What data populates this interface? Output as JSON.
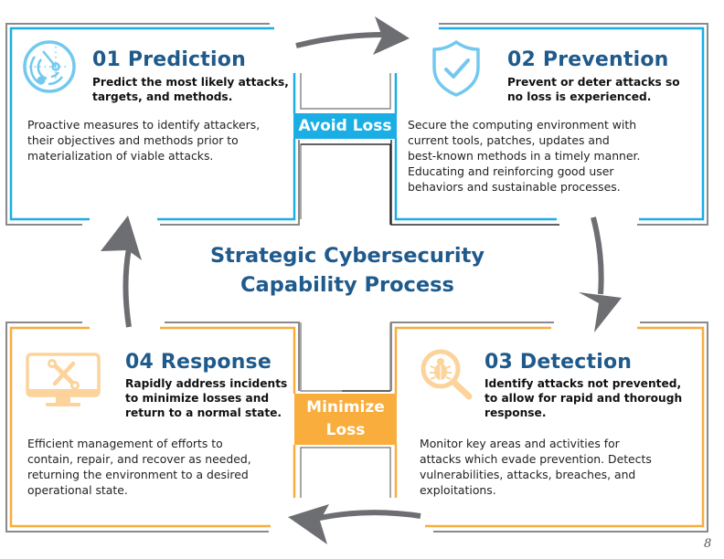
{
  "diagram": {
    "title_line1": "Strategic Cybersecurity",
    "title_line2": "Capability Process",
    "colors": {
      "blue_accent": "#1aaee5",
      "orange_accent": "#f8ad3c",
      "title_blue": "#1f5a8c",
      "arrow_gray": "#6d6e71",
      "border_gray": "#8a8a8a",
      "icon_blue": "#72c8ef",
      "icon_orange": "#fcd39b"
    },
    "connectors": {
      "top_label": "Avoid Loss",
      "bottom_label_line1": "Minimize",
      "bottom_label_line2": "Loss"
    },
    "stages": [
      {
        "number": "01",
        "title": "01 Prediction",
        "icon": "radar-icon",
        "subtitle_line1": "Predict the most likely attacks,",
        "subtitle_line2": "targets, and methods.",
        "body_line1": "Proactive measures to identify attackers,",
        "body_line2": "their objectives and methods prior to",
        "body_line3": "materialization of viable attacks."
      },
      {
        "number": "02",
        "title": "02 Prevention",
        "icon": "shield-check-icon",
        "subtitle_line1": "Prevent or deter attacks so",
        "subtitle_line2": "no loss is experienced.",
        "body_line1": "Secure the computing environment with",
        "body_line2": "current tools, patches, updates and",
        "body_line3": "best-known methods in a timely manner.",
        "body_line4": "Educating and reinforcing good user",
        "body_line5": "behaviors and sustainable processes."
      },
      {
        "number": "03",
        "title": "03 Detection",
        "icon": "bug-magnifier-icon",
        "subtitle_line1": "Identify attacks not prevented,",
        "subtitle_line2": "to allow for rapid and thorough",
        "subtitle_line3": "response.",
        "body_line1": "Monitor key areas and activities for",
        "body_line2": "attacks which evade prevention. Detects",
        "body_line3": "vulnerabilities, attacks, breaches, and",
        "body_line4": "exploitations."
      },
      {
        "number": "04",
        "title": "04 Response",
        "icon": "monitor-tools-icon",
        "subtitle_line1": "Rapidly address incidents",
        "subtitle_line2": "to minimize losses and",
        "subtitle_line3": "return to a normal state.",
        "body_line1": "Efficient management of efforts to",
        "body_line2": "contain, repair, and recover as needed,",
        "body_line3": "returning the environment to a desired",
        "body_line4": "operational state."
      }
    ],
    "signature": "8"
  }
}
